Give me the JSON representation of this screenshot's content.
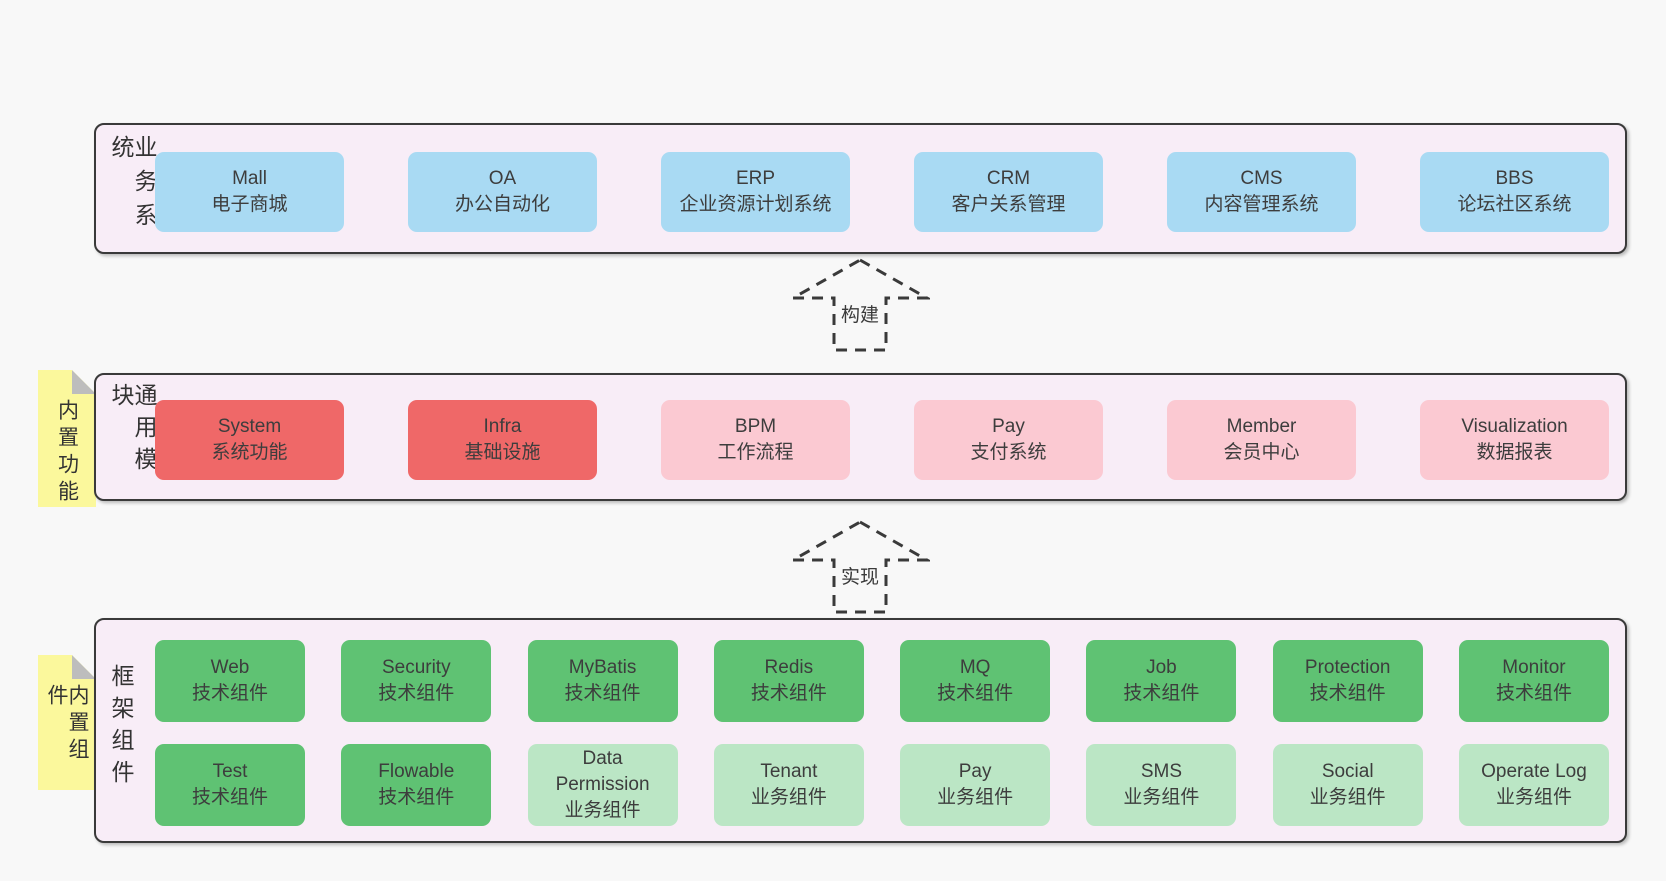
{
  "diagram": {
    "colors": {
      "page_bg": "#f8f8f8",
      "band_bg": "#f8edf7",
      "band_border": "#3a3a3a",
      "business_system_box": "#a9daf3",
      "core_module_box": "#ef6868",
      "optional_module_box": "#fbc9d2",
      "tech_component_box": "#5fc273",
      "biz_component_box": "#bbe6c5",
      "note_bg": "#fbf89c",
      "note_fold": "#bdbdbd"
    },
    "arrows": {
      "build": "构建",
      "implement": "实现"
    },
    "bands": {
      "business": {
        "side_label": "业务系统",
        "boxes": [
          {
            "title": "Mall",
            "subtitle": "电子商城"
          },
          {
            "title": "OA",
            "subtitle": "办公自动化"
          },
          {
            "title": "ERP",
            "subtitle": "企业资源计划系统"
          },
          {
            "title": "CRM",
            "subtitle": "客户关系管理"
          },
          {
            "title": "CMS",
            "subtitle": "内容管理系统"
          },
          {
            "title": "BBS",
            "subtitle": "论坛社区系统"
          }
        ]
      },
      "modules": {
        "side_label": "通用模块",
        "note_label": "内置功能",
        "boxes": [
          {
            "title": "System",
            "subtitle": "系统功能",
            "variant": "primary"
          },
          {
            "title": "Infra",
            "subtitle": "基础设施",
            "variant": "primary"
          },
          {
            "title": "BPM",
            "subtitle": "工作流程",
            "variant": "secondary"
          },
          {
            "title": "Pay",
            "subtitle": "支付系统",
            "variant": "secondary"
          },
          {
            "title": "Member",
            "subtitle": "会员中心",
            "variant": "secondary"
          },
          {
            "title": "Visualization",
            "subtitle": "数据报表",
            "variant": "secondary"
          }
        ]
      },
      "framework": {
        "side_label": "框架组件",
        "note_label": "内置组件",
        "rows": [
          [
            {
              "title": "Web",
              "subtitle": "技术组件",
              "variant": "tech"
            },
            {
              "title": "Security",
              "subtitle": "技术组件",
              "variant": "tech"
            },
            {
              "title": "MyBatis",
              "subtitle": "技术组件",
              "variant": "tech"
            },
            {
              "title": "Redis",
              "subtitle": "技术组件",
              "variant": "tech"
            },
            {
              "title": "MQ",
              "subtitle": "技术组件",
              "variant": "tech"
            },
            {
              "title": "Job",
              "subtitle": "技术组件",
              "variant": "tech"
            },
            {
              "title": "Protection",
              "subtitle": "技术组件",
              "variant": "tech"
            },
            {
              "title": "Monitor",
              "subtitle": "技术组件",
              "variant": "tech"
            }
          ],
          [
            {
              "title": "Test",
              "subtitle": "技术组件",
              "variant": "tech"
            },
            {
              "title": "Flowable",
              "subtitle": "技术组件",
              "variant": "tech"
            },
            {
              "title": "Data Permission",
              "subtitle": "业务组件",
              "variant": "biz"
            },
            {
              "title": "Tenant",
              "subtitle": "业务组件",
              "variant": "biz"
            },
            {
              "title": "Pay",
              "subtitle": "业务组件",
              "variant": "biz"
            },
            {
              "title": "SMS",
              "subtitle": "业务组件",
              "variant": "biz"
            },
            {
              "title": "Social",
              "subtitle": "业务组件",
              "variant": "biz"
            },
            {
              "title": "Operate Log",
              "subtitle": "业务组件",
              "variant": "biz"
            }
          ]
        ]
      }
    }
  }
}
